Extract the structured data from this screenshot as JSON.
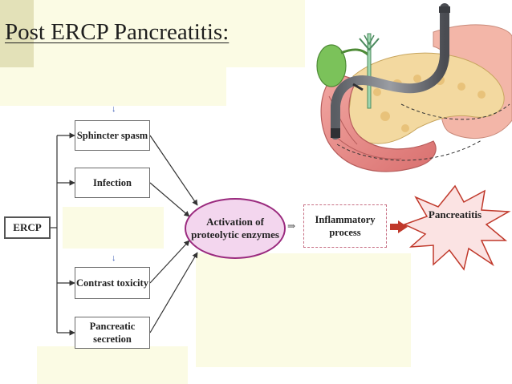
{
  "title": "Post ERCP Pancreatitis:",
  "diagram": {
    "source": "ERCP",
    "causes": [
      "Sphincter spasm",
      "Infection",
      "Contrast toxicity",
      "Pancreatic secretion"
    ],
    "mechanism": "Activation of proteolytic enzymes",
    "process": "Inflammatory process",
    "outcome": "Pancreatitis",
    "implies_symbol": "⇒",
    "down_arrow_symbol": "↓"
  },
  "colors": {
    "background_panel": "#fbfbe4",
    "title_accent": "#e3e1b8",
    "ellipse_fill": "#f3d6ee",
    "ellipse_border": "#9a2a7e",
    "star_fill": "#fbe3e3",
    "star_border": "#c0392b",
    "red_arrow": "#c0392b",
    "process_border": "#c76f84",
    "small_arrow": "#3a5bb5"
  },
  "image": {
    "subject": "Anatomical illustration of ERCP endoscope in duodenum with pancreas, gallbladder and bile duct"
  }
}
